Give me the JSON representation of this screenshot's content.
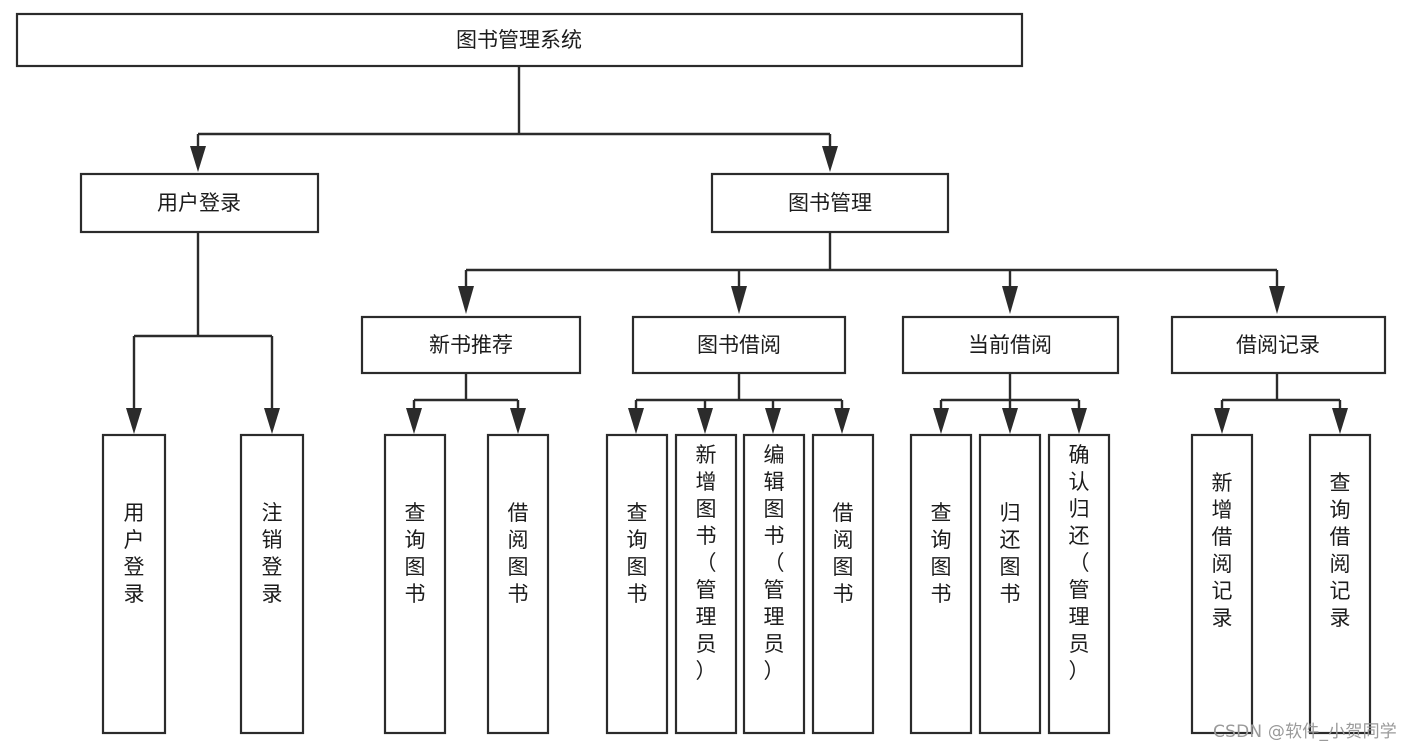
{
  "diagram": {
    "type": "tree",
    "title": "图书管理系统",
    "background_color": "#ffffff",
    "stroke_color": "#2b2b2b",
    "text_color": "#1c1c1c",
    "root": {
      "id": "root",
      "label": "图书管理系统",
      "orientation": "horizontal"
    },
    "level2": [
      {
        "id": "user-login",
        "label": "用户登录",
        "orientation": "horizontal"
      },
      {
        "id": "book-manage",
        "label": "图书管理",
        "orientation": "horizontal"
      }
    ],
    "level3": [
      {
        "id": "new-book-recommend",
        "label": "新书推荐",
        "orientation": "horizontal"
      },
      {
        "id": "book-borrow",
        "label": "图书借阅",
        "orientation": "horizontal"
      },
      {
        "id": "current-borrow",
        "label": "当前借阅",
        "orientation": "horizontal"
      },
      {
        "id": "borrow-record",
        "label": "借阅记录",
        "orientation": "horizontal"
      }
    ],
    "leaves": {
      "user-login": [
        {
          "id": "leaf-user-login",
          "label": "用户登录",
          "orientation": "vertical"
        },
        {
          "id": "leaf-logout-login",
          "label": "注销登录",
          "orientation": "vertical"
        }
      ],
      "new-book-recommend": [
        {
          "id": "leaf-query-book-1",
          "label": "查询图书",
          "orientation": "vertical"
        },
        {
          "id": "leaf-borrow-book-1",
          "label": "借阅图书",
          "orientation": "vertical"
        }
      ],
      "book-borrow": [
        {
          "id": "leaf-query-book-2",
          "label": "查询图书",
          "orientation": "vertical"
        },
        {
          "id": "leaf-add-book",
          "label": "新增图书（管理员）",
          "orientation": "vertical"
        },
        {
          "id": "leaf-edit-book",
          "label": "编辑图书（管理员）",
          "orientation": "vertical"
        },
        {
          "id": "leaf-borrow-book-2",
          "label": "借阅图书",
          "orientation": "vertical"
        }
      ],
      "current-borrow": [
        {
          "id": "leaf-query-book-3",
          "label": "查询图书",
          "orientation": "vertical"
        },
        {
          "id": "leaf-return-book",
          "label": "归还图书",
          "orientation": "vertical"
        },
        {
          "id": "leaf-confirm-return",
          "label": "确认归还（管理员）",
          "orientation": "vertical"
        }
      ],
      "borrow-record": [
        {
          "id": "leaf-add-record",
          "label": "新增借阅记录",
          "orientation": "vertical"
        },
        {
          "id": "leaf-query-record",
          "label": "查询借阅记录",
          "orientation": "vertical"
        }
      ]
    }
  },
  "watermark": {
    "text": "CSDN @软件_小贺同学"
  }
}
